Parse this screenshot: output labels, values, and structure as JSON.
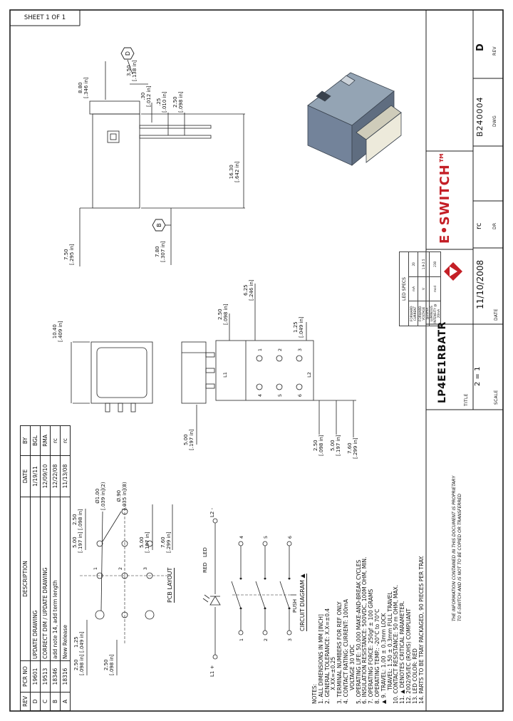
{
  "sheet_label": "SHEET 1 OF 1",
  "title_block": {
    "rev_label": "REV",
    "rev_value": "D",
    "dwg_label": "DWG",
    "dwg_value": "B240004",
    "dr_label": "DR",
    "dr_value": "rc",
    "date_label": "DATE",
    "date_value": "11/10/2008",
    "title_label": "TITLE",
    "title_value": "LP4EE1RBATR",
    "scale_label": "SCALE",
    "scale_value": "2 = 1",
    "brand": "E•SWITCH™",
    "proprietary_line1": "THE INFORMATION CONTAINED IN THIS DOCUMENT IS PROPRIETARY",
    "proprietary_line2": "TO E-SWITCH AND IS NOT TO BE COPIED OR TRANSFERRED"
  },
  "led_specs": {
    "title": "LED SPECS",
    "rows": [
      {
        "param": "FORWARD CURRENT",
        "units": "mA",
        "value": "20"
      },
      {
        "param": "FORWARD VOLTAGE @20mA",
        "units": "V",
        "value": "1.9-2.5"
      },
      {
        "param": "LUMINOUS INTENSITY @ 20mA",
        "units": "mcd",
        "value": "230"
      }
    ]
  },
  "revisions": {
    "headers": {
      "rev": "REV",
      "pcr": "PCR NO",
      "description": "DESCRIPTION",
      "date": "DATE",
      "by": "BY"
    },
    "rows": [
      {
        "rev": "D",
        "pcr": "19601",
        "description": "UPDATE DRAWING",
        "date": "1/19/11",
        "by": "BGL"
      },
      {
        "rev": "C",
        "pcr": "19513",
        "description": "CORRECT DIM / UPDATE DRAWING",
        "date": "12/09/10",
        "by": "RMA"
      },
      {
        "rev": "B",
        "pcr": "18346",
        "description": "add note 14, add term length",
        "date": "12/22/08",
        "by": "rc"
      },
      {
        "rev": "A",
        "pcr": "18316",
        "description": "New Release",
        "date": "11/13/08",
        "by": "rc"
      }
    ]
  },
  "notes": {
    "title": "NOTES:",
    "items": [
      "1. ALL DIMENSIONS IN MM [INCH]",
      "2. GENERAL TOLERANCE: X.X=±0.4",
      "        X.XX=±0.25",
      "3. TERMINAL NUMBERS FOR REF ONLY",
      "4. CONTACT RATING: CURRENT: 100mA",
      "        VOLTAGE 30 VDC",
      "5. OPERATING LIFE: 50,000 MAKE-AND-BREAK CYCLES",
      "6. INSULATION RESISTANCE: 500VDC, 100M OHM, MIN.",
      "7. OPERATING FORCE: 250gf ± 100 GRAMS",
      "8. OPERATING TEMP.: -20°C to 70°C",
      "▲ 9. TRAVEL: 1.00 ± 0.3mm LOCK",
      "        TRAVEL: 1.50 ± 0.3mm FULL TRAVEL",
      "10. CONTACT RESISTANCE: 50 m OHM, MAX.",
      "11. ▲ DENOTES CRITICAL PARAMETER.",
      "12. 2002/95/EC (ROHS) COMPLIANT",
      "13. LED COLOR: RED",
      "14. PARTS TO BE TRAY PACKAGED, 90 PIECES PER TRAY."
    ]
  },
  "dims": {
    "d880": {
      "mm": "8.80",
      "in": "[.346 in]"
    },
    "d350": {
      "mm": "3.50",
      "in": "[.138 in]"
    },
    "d030": {
      "mm": ".30",
      "in": "[.012 in]"
    },
    "d025": {
      "mm": ".25",
      "in": "[.010 in]"
    },
    "d250": {
      "mm": "2.50",
      "in": "[.098 in]"
    },
    "d1630": {
      "mm": "16.30",
      "in": "[.642 in]"
    },
    "d780": {
      "mm": "7.80",
      "in": "[.307 in]"
    },
    "d750": {
      "mm": "7.50",
      "in": "[.295 in]"
    },
    "d1040": {
      "mm": "10.40",
      "in": "[.409 in]"
    },
    "d625": {
      "mm": "6.25",
      "in": "[.246 in]"
    },
    "d125": {
      "mm": "1.25",
      "in": "[.049 in]"
    },
    "d500": {
      "mm": "5.00",
      "in": "[.197 in]"
    },
    "d760": {
      "mm": "7.60",
      "in": "[.299 in]"
    },
    "dia100": {
      "mm": "Ø1.00",
      "in": "[.039 in](2)"
    },
    "dia90": {
      "mm": "Ø.90",
      "in": "[.035 in](8)"
    }
  },
  "balloons": {
    "b": "B",
    "d": "D"
  },
  "terminals": {
    "t1": "1",
    "t2": "2",
    "t3": "3",
    "t4": "4",
    "t5": "5",
    "t6": "6",
    "l1": "L1",
    "l2": "L2"
  },
  "pcb": {
    "title": "PCB LAYOUT"
  },
  "circuit": {
    "title": "CIRCUIT DIAGRAM",
    "critical_marker": "▲",
    "push": "PUSH",
    "red": "RED",
    "led": "LED",
    "l1_plus": "L1 +",
    "l2_minus": "L2 -"
  }
}
